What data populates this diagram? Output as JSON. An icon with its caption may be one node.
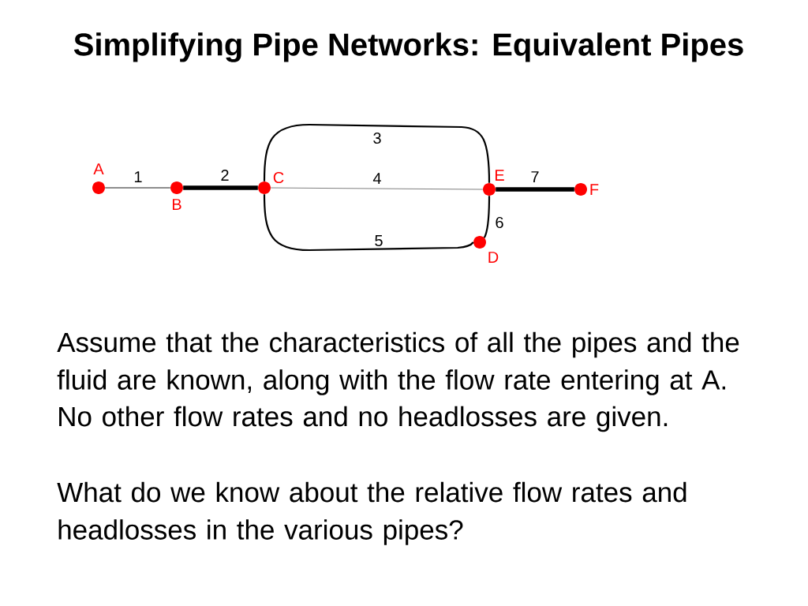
{
  "diagram": {
    "title": "Simplifying Pipe Networks: Equivalent Pipes",
    "nodes": [
      {
        "text": [],
        "shape": "circle",
        "beside": [
          "A"
        ]
      },
      {
        "text": [],
        "shape": "circle",
        "beside": [
          "B"
        ]
      },
      {
        "text": [],
        "shape": "circle",
        "beside": [
          "C"
        ]
      },
      {
        "text": [],
        "shape": "circle",
        "beside": [
          "D"
        ]
      },
      {
        "text": [],
        "shape": "circle",
        "beside": [
          "E"
        ]
      },
      {
        "text": [],
        "shape": "circle",
        "beside": [
          "F"
        ]
      }
    ],
    "edges": [
      {
        "from": 0,
        "to": 1,
        "arrow": "none",
        "label": "1"
      },
      {
        "from": 1,
        "to": 2,
        "arrow": "none",
        "label": "2",
        "style": "thick"
      },
      {
        "from": 2,
        "to": 4,
        "arrow": "none",
        "label": "3"
      },
      {
        "from": 2,
        "to": 4,
        "arrow": "none",
        "label": "4",
        "color": "#808080"
      },
      {
        "from": 2,
        "to": 3,
        "arrow": "none",
        "label": "5"
      },
      {
        "from": 3,
        "to": 4,
        "arrow": "none",
        "label": "6"
      },
      {
        "from": 4,
        "to": 5,
        "arrow": "none",
        "label": "7",
        "style": "thick"
      }
    ],
    "labels": [
      "Assume that the characteristics of all the pipes and the fluid are known, along with the flow rate entering at A.",
      "No other flow rates and no headlosses are given.",
      "What do we know about the relative flow rates and headlosses in the various pipes?"
    ]
  }
}
